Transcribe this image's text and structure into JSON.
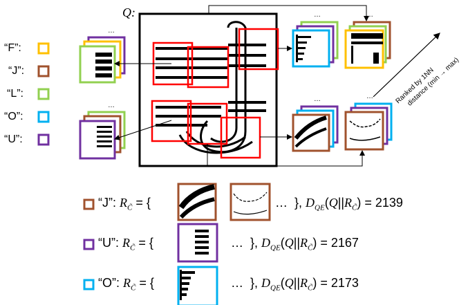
{
  "query_label": "Q:",
  "legend": [
    {
      "label": "“F”:",
      "color": "#FFC000"
    },
    {
      "label": "“J”:",
      "color": "#A0522D"
    },
    {
      "label": "“L”:",
      "color": "#92D050"
    },
    {
      "label": "“O”:",
      "color": "#00B0F0"
    },
    {
      "label": "“U”:",
      "color": "#7030A0"
    }
  ],
  "rank_label_line1": "Ranked by 1NN",
  "rank_label_line2": "distance (min → max)",
  "ellipsis": "…",
  "rows": [
    {
      "class_label": "“J”:",
      "r_set": "R",
      "dist_label": "D",
      "value": "= 2139",
      "color": "#A0522D"
    },
    {
      "class_label": "“U”:",
      "r_set": "R",
      "dist_label": "D",
      "value": "= 2167",
      "color": "#7030A0"
    },
    {
      "class_label": "“O”:",
      "r_set": "R",
      "dist_label": "D",
      "value": "= 2173",
      "color": "#00B0F0"
    }
  ],
  "colors": {
    "query_box": "#FF0000",
    "frame": "#000000"
  }
}
